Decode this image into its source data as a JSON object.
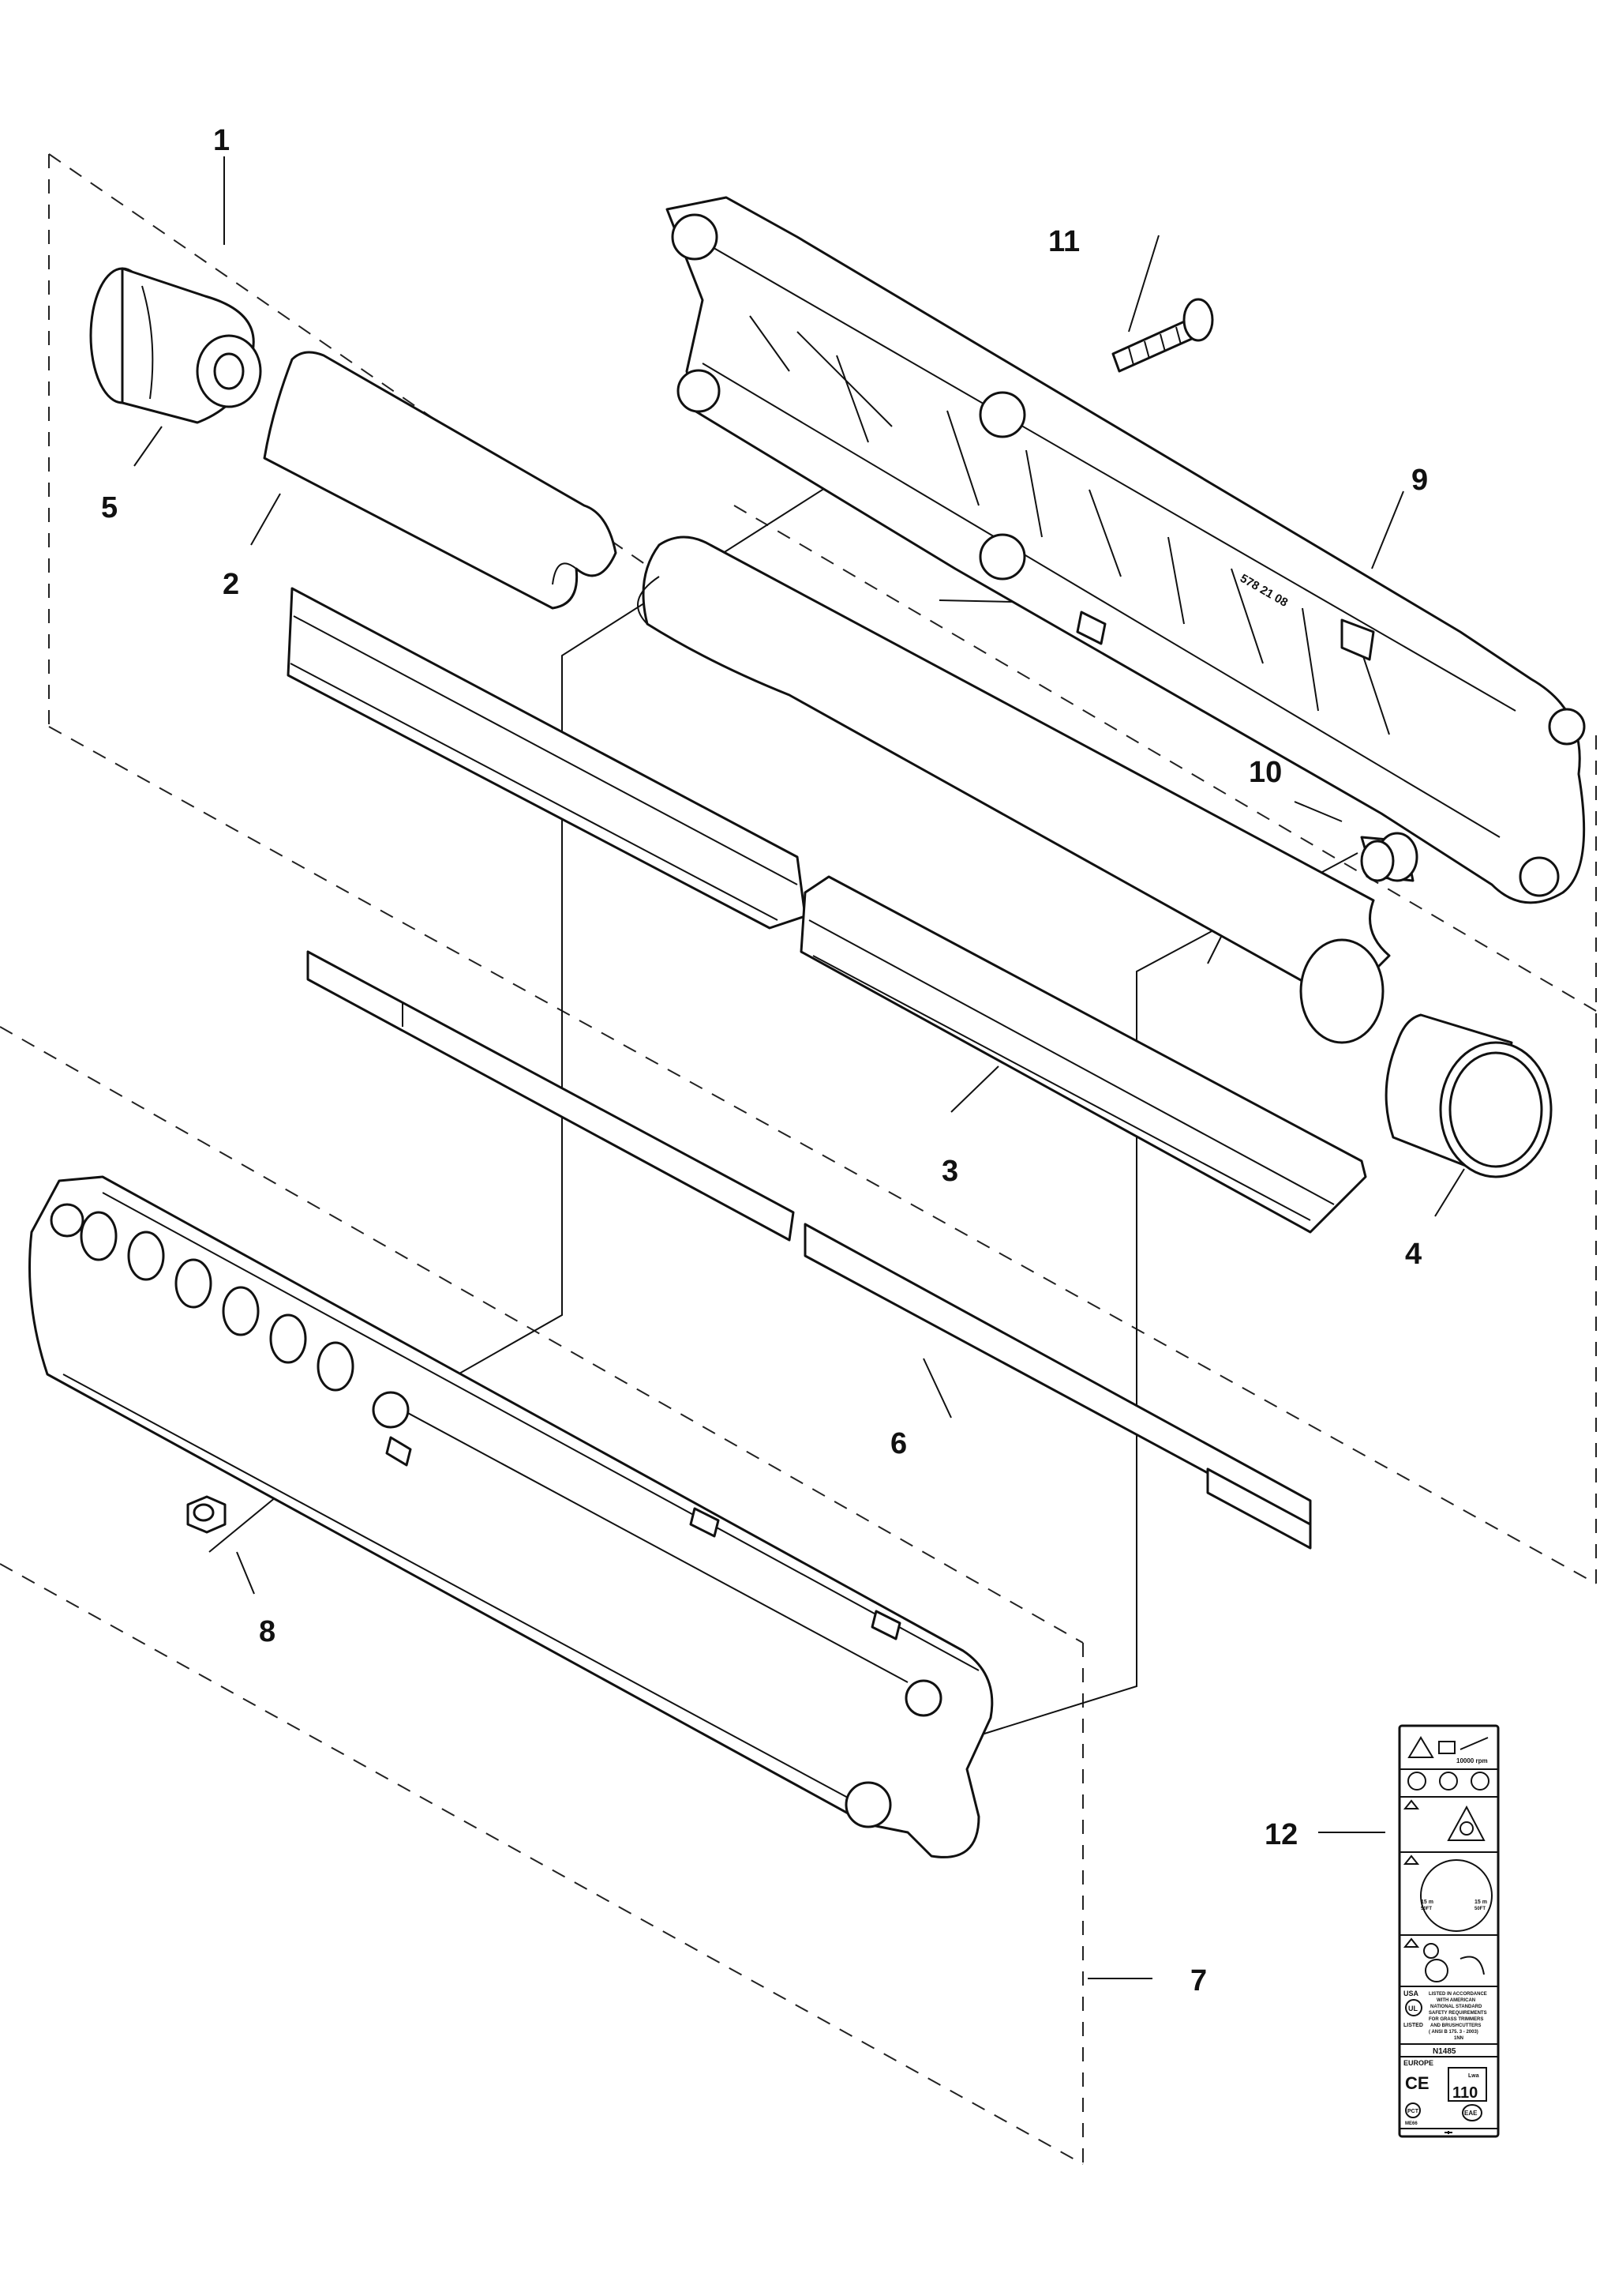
{
  "callouts": {
    "c1": "1",
    "c2": "2",
    "c3": "3",
    "c4": "4",
    "c5": "5",
    "c6": "6",
    "c7": "7",
    "c8": "8",
    "c9": "9",
    "c10": "10",
    "c11": "11",
    "c12": "12"
  },
  "decal": {
    "rpm": "10000 rpm",
    "distance_left": "15 m",
    "distance_left_ft": "50FT",
    "distance_right": "15 m",
    "distance_right_ft": "50FT",
    "region_usa": "USA",
    "ul_mark": "UL",
    "listed": "LISTED",
    "ul_text": [
      "LISTED IN ACCORDANCE",
      "WITH AMERICAN",
      "NATIONAL STANDARD",
      "SAFETY REQUIREMENTS",
      "FOR GRASS TRIMMERS",
      "AND BRUSHCUTTERS",
      "( ANSI  B 175. 3 - 2003)",
      "1NN"
    ],
    "code": "N1485",
    "region_europe": "EUROPE",
    "ce_mark": "CE",
    "lwa_label": "Lwa",
    "lwa_value": "110",
    "pct_mark": "PCT",
    "pct_code": "ME66",
    "eac_mark": "EAE"
  },
  "housing_text": {
    "part_no": "578 21 08"
  }
}
